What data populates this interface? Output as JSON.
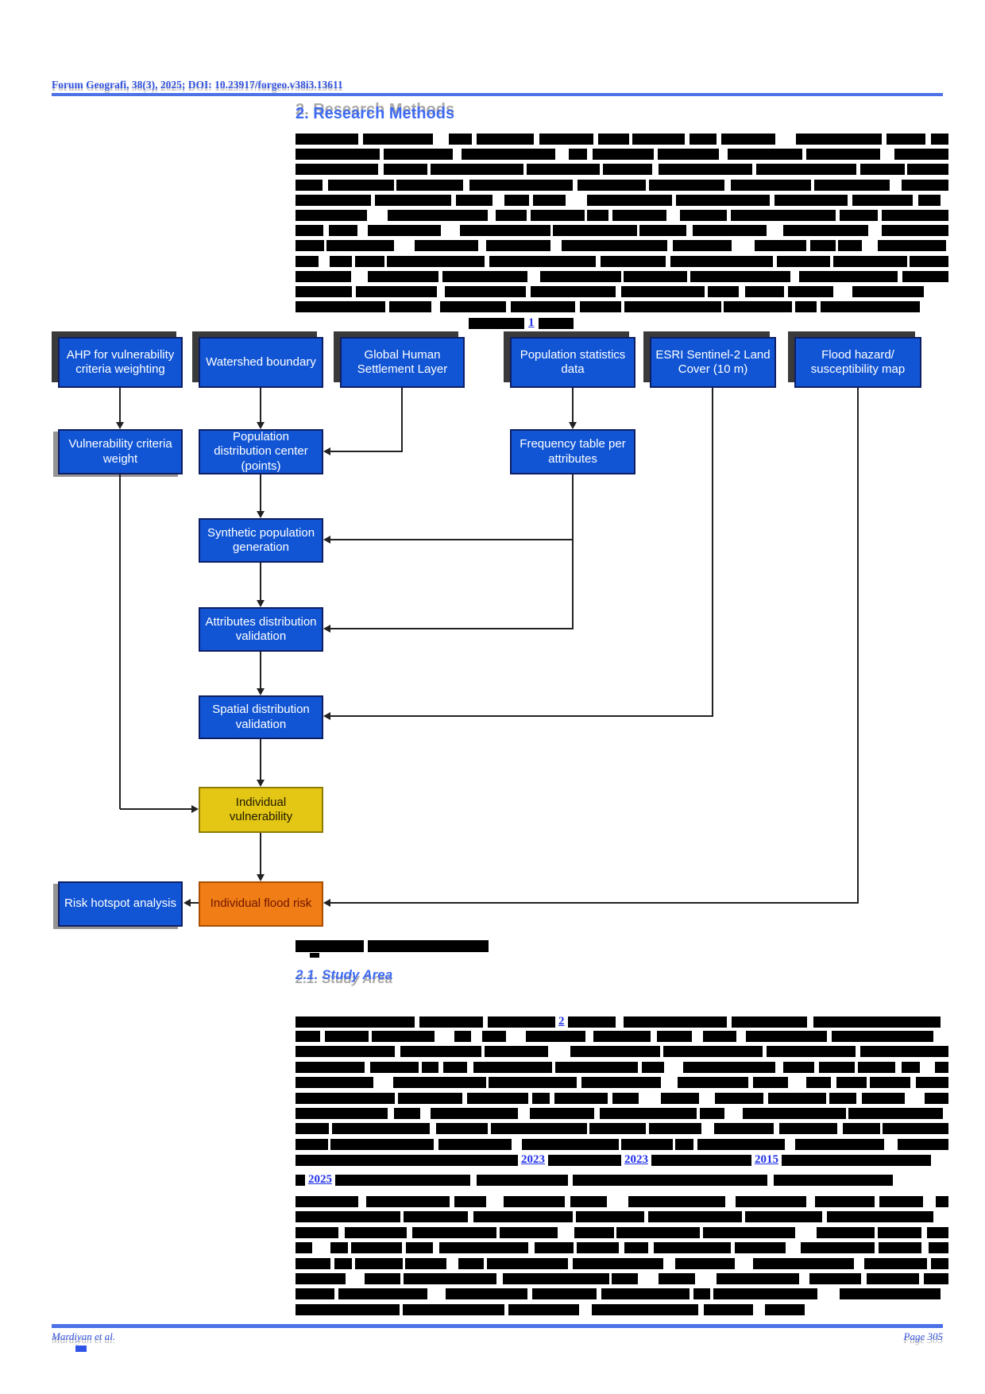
{
  "header": {
    "journal_line": "Forum Geografi, 38(3), 2025; DOI: 10.23917/forgeo.v38i3.13611"
  },
  "sections": {
    "methods_heading": "2. Research Methods",
    "study_area_heading": "2.1. Study Area"
  },
  "figure": {
    "ref_link": "1"
  },
  "study_area": {
    "figure_ref_link": "2",
    "citation_links": [
      "2023",
      "2023",
      "2015",
      "2025"
    ]
  },
  "flowchart": {
    "nodes": [
      {
        "label": "AHP for vulnerability criteria weighting"
      },
      {
        "label": "Watershed boundary"
      },
      {
        "label": "Global Human Settlement Layer"
      },
      {
        "label": "Population statistics data"
      },
      {
        "label": "ESRI Sentinel-2 Land Cover (10 m)"
      },
      {
        "label": "Flood hazard/ susceptibility map"
      },
      {
        "label": "Vulnerability criteria weight"
      },
      {
        "label": "Population distribution center (points)"
      },
      {
        "label": "Frequency table per attributes"
      },
      {
        "label": "Synthetic population generation"
      },
      {
        "label": "Attributes distribution validation"
      },
      {
        "label": "Spatial distribution validation"
      },
      {
        "label": "Individual vulnerability"
      },
      {
        "label": "Risk hotspot analysis"
      },
      {
        "label": "Individual flood risk"
      }
    ]
  },
  "footer": {
    "left": "Mardiyan et al.",
    "right": "Page 305"
  },
  "colors": {
    "link_blue": "#2030e8",
    "heading_blue": "#3f6af2",
    "rule_blue": "#4d72e8",
    "node_blue": "#1155d4",
    "node_yellow": "#e4c614",
    "node_orange": "#f07d15",
    "redaction_black": "#000000"
  }
}
